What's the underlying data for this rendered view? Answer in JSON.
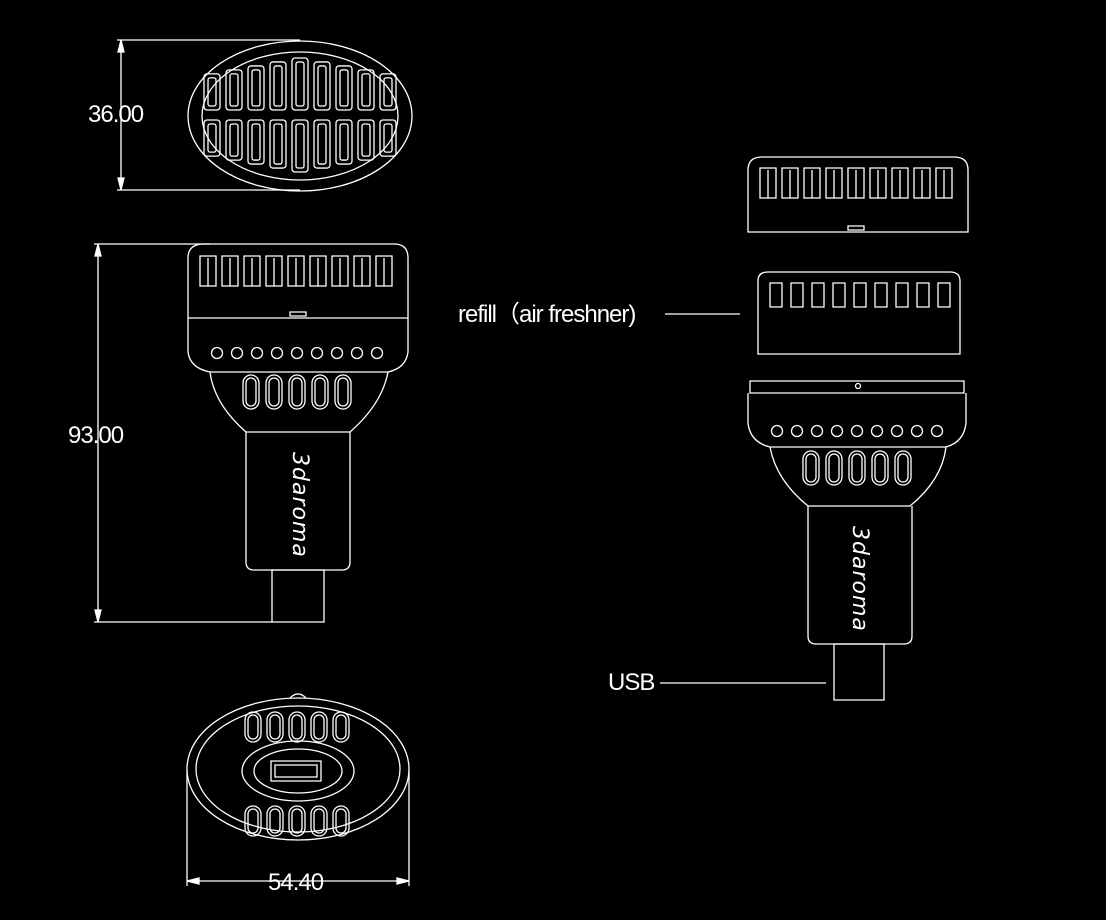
{
  "dimensions": {
    "height": "36.00",
    "length": "93.00",
    "width": "54.40"
  },
  "labels": {
    "refill": "refill（air freshner)",
    "usb": "USB"
  },
  "brand": "3daroma",
  "colors": {
    "background": "#000000",
    "line": "#ffffff"
  }
}
